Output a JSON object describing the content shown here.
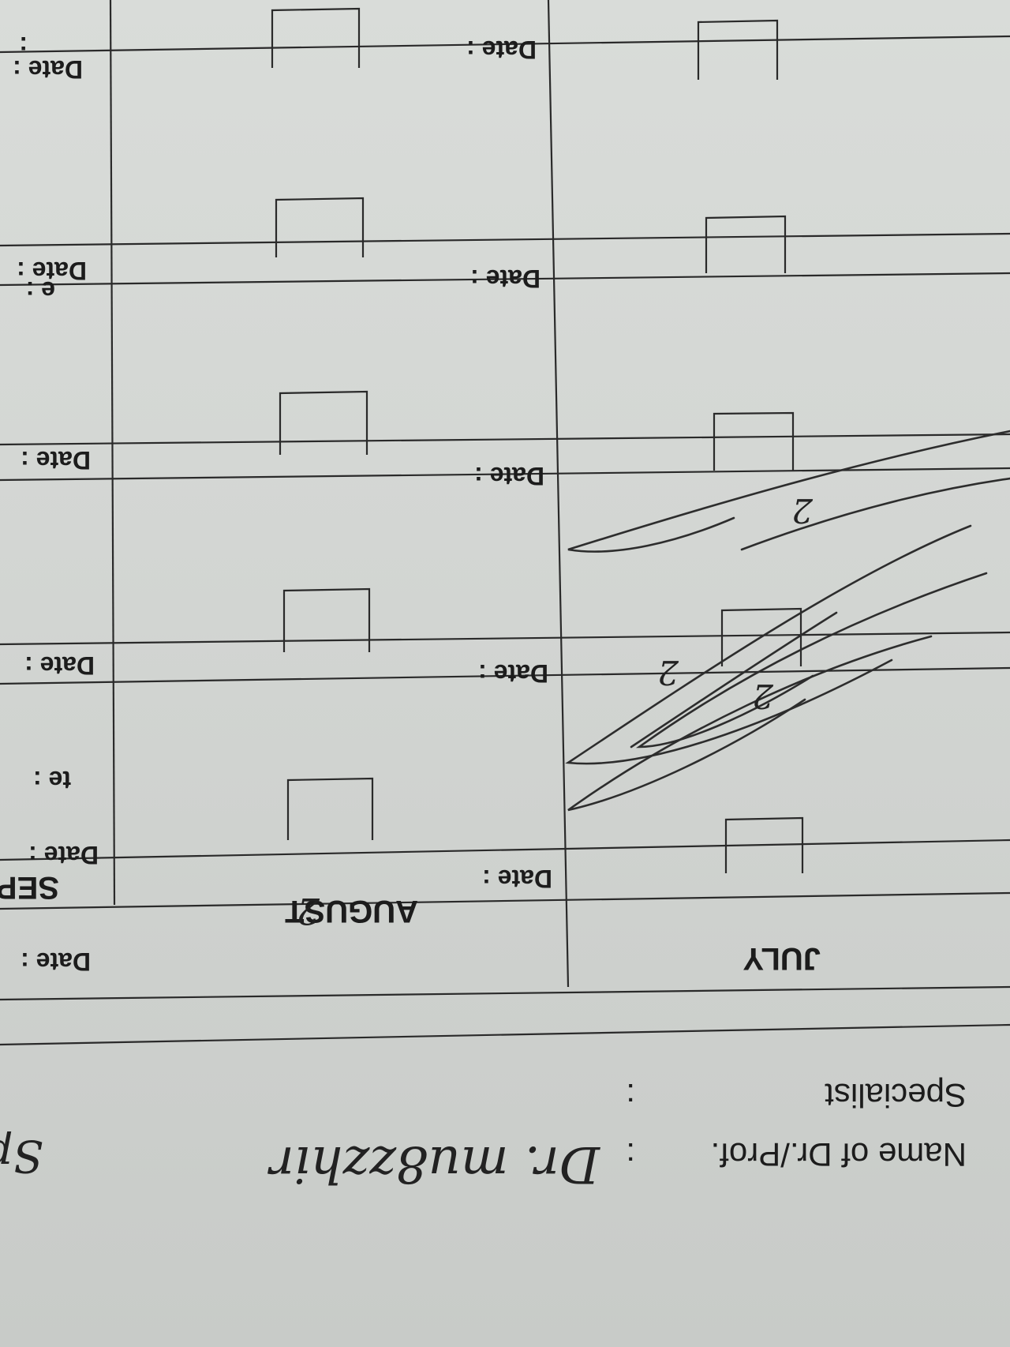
{
  "form": {
    "name_label": "Name of Dr./Prof.",
    "name_colon": ":",
    "name_handwritten": "Dr. mu8zzhir",
    "name_handwritten_tail": "Sp",
    "specialist_label": "Specialist",
    "specialist_colon": ":"
  },
  "months": {
    "july": "JULY",
    "august": "AUGUST",
    "sep_partial": "SEP"
  },
  "date_labels": {
    "full": "Date :",
    "partial_1": "te :",
    "partial_2": "e :",
    "partial_3": ":"
  },
  "handwritten_marks": [
    "2",
    "2",
    "2",
    "2"
  ]
}
